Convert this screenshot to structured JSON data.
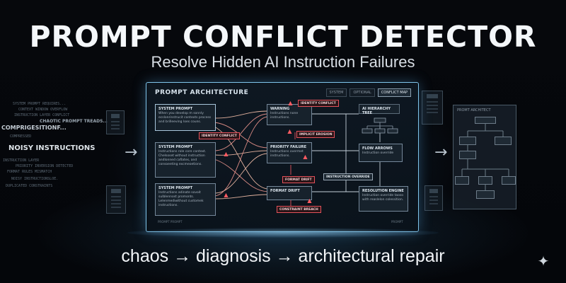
{
  "header": {
    "title": "PROMPT CONFLICT DETECTOR",
    "subtitle": "Resolve Hidden AI Instruction Failures"
  },
  "tagline": "chaos → diagnosis → architectural repair",
  "left_panel": {
    "big_labels": [
      "COMPRIGESITIONF...",
      "NOISY INSTRUCTIONS",
      "CHAOTIC PROMPT TREADS..."
    ],
    "noise_lines": [
      "SYSTEM PROMPT REQUIRES...",
      "CONTEXT WINDOW OVERFLOW",
      "INSTRUCTION LAYER CONFLICT",
      "PRIORITY INVERSION DETECTED",
      "FORMAT RULES MISMATCH",
      "DUPLICATED CONSTRAINTS",
      "COMPRESSED",
      "INSTRUCTION LAYER",
      "NOISY INSTRUCTIONSLOE."
    ]
  },
  "architecture": {
    "title": "PROMPT ARCHITECTURE",
    "tabs": [
      "SYSTEM",
      "OPTIONAL",
      "CONFLICT MAP"
    ],
    "blocks": {
      "sys1": {
        "title": "SYSTEM PROMPT",
        "text": "When you develop m sonnly ecslonrinstrucit contexts process and brilleeving loes couns."
      },
      "sys2": {
        "title": "SYSTEM PROMPT",
        "text": "Instructions role core context. Chelsoset without instruction andlonned cafiates, and consoeeting excmeoetions."
      },
      "sys3": {
        "title": "SYSTEM PROMPT",
        "text": "Instructions adinate sovoit sulblennost promonts. Lelenmediwithout customek instructions."
      },
      "warning": {
        "title": "WARNING",
        "text": "Instructions none instructions."
      },
      "priority": {
        "title": "PRIORITY FAILURE",
        "text": "Instructions overmet instructions."
      },
      "format": {
        "title": "FORMAT DRIFT",
        "text": ""
      },
      "hierarchy": {
        "title": "AI HIERARCHY TREE",
        "text": ""
      },
      "flow": {
        "title": "FLOW ARROWS",
        "text": "Instruction override"
      },
      "resolution": {
        "title": "RESOLUTION ENGINE",
        "text": "Instruction override taoso with reaslelon colessition."
      }
    },
    "tags": {
      "identity_conflict_top": "IDENTITY CONFLICT",
      "identity_conflict_mid": "IDENTITY CONFLICT",
      "implicit_erosion": "IMPLICIT EROSION",
      "format_drift": "FORMAT DRIFT",
      "instruction_override": "INSTRUCTION OVERRIDE",
      "constraint_breach": "CONSTRAINT BREACH"
    },
    "footer_left": "PROMPT PROMPT",
    "footer_right": "PROMPT"
  },
  "right_card": {
    "title": "PROMT ARCHITECT"
  },
  "colors": {
    "accent": "#7fc4ea",
    "conflict": "#e4525b",
    "wire": "#d8a7a0"
  },
  "icons": [
    "warning-icon",
    "arrow-right-icon",
    "sparkle-icon"
  ]
}
